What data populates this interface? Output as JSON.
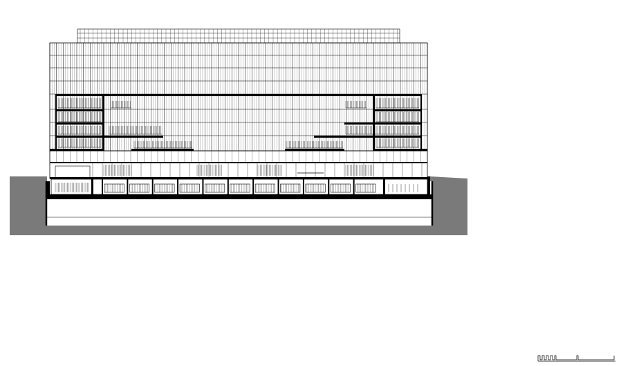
{
  "drawing": {
    "kind": "building-section",
    "colors": {
      "ink": "#000000",
      "ground": "#7a7a7a",
      "paper": "#ffffff"
    },
    "facade": {
      "upper_bays": 56,
      "lower_bays": 11
    },
    "scale_bar": {
      "segments": 4
    }
  }
}
